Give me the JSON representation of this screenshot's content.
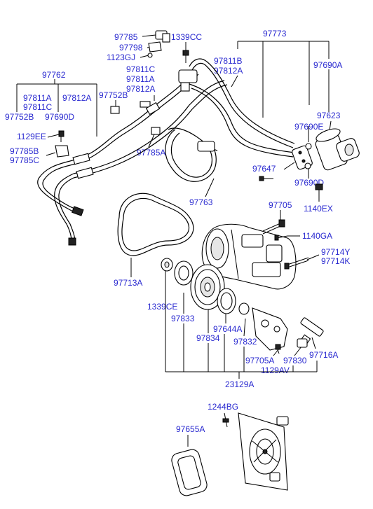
{
  "labels": {
    "l97785": "97785",
    "l1339cc": "1339CC",
    "l97798": "97798",
    "l1123gj": "1123GJ",
    "l97773": "97773",
    "l97762": "97762",
    "l97811b": "97811B",
    "l97812a_top": "97812A",
    "l97690a": "97690A",
    "l97811c_mid": "97811C",
    "l97811a_mid": "97811A",
    "l97812a_mid": "97812A",
    "l97752b_mid": "97752B",
    "l97811a_left": "97811A",
    "l97811c_left": "97811C",
    "l97812a_left": "97812A",
    "l97752b_left": "97752B",
    "l97690d_left": "97690D",
    "l97623": "97623",
    "l97690e": "97690E",
    "l1129ee": "1129EE",
    "l97785b": "97785B",
    "l97785c": "97785C",
    "l97785a": "97785A",
    "l97647": "97647",
    "l97690d_right": "97690D",
    "l97763": "97763",
    "l1140ex": "1140EX",
    "l97705": "97705",
    "l1140ga": "1140GA",
    "l97714y": "97714Y",
    "l97714k": "97714K",
    "l97713a": "97713A",
    "l1339ce": "1339CE",
    "l97833": "97833",
    "l97834": "97834",
    "l97644a": "97644A",
    "l97832": "97832",
    "l97716a": "97716A",
    "l97705a": "97705A",
    "l97830": "97830",
    "l1129av": "1129AV",
    "l23129a": "23129A",
    "l1244bg": "1244BG",
    "l97655a": "97655A"
  }
}
